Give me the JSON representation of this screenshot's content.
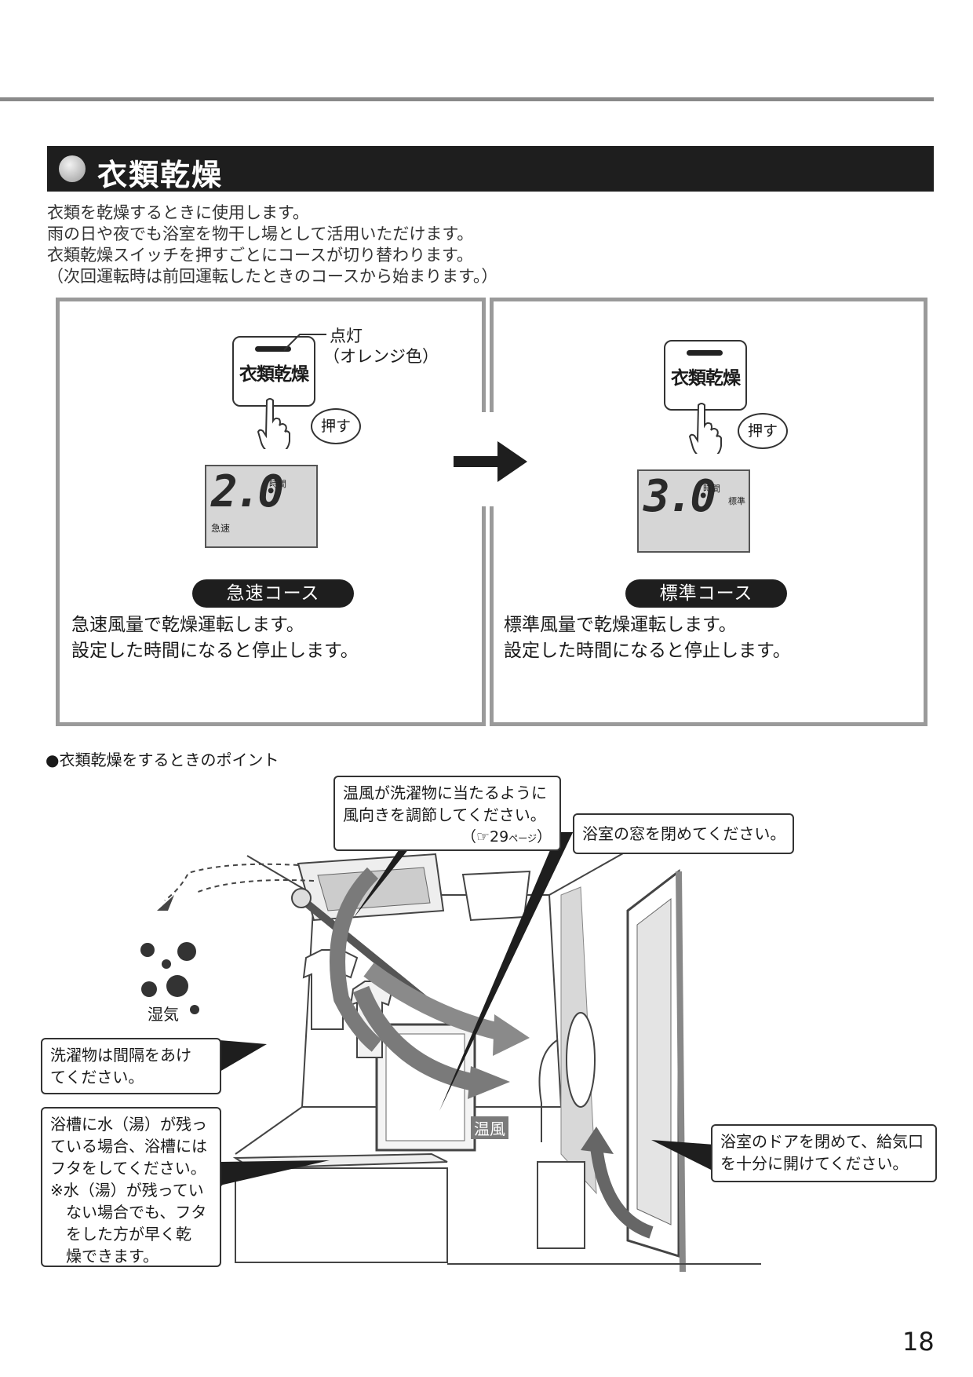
{
  "section": {
    "title": "衣類乾燥"
  },
  "intro": {
    "lines": [
      "衣類を乾燥するときに使用します。",
      "雨の日や夜でも浴室を物干し場として活用いただけます。",
      "衣類乾燥スイッチを押すごとにコースが切り替わります。",
      "（次回運転時は前回運転したときのコースから始まります。）"
    ]
  },
  "left_panel": {
    "switch_label": "衣類乾燥",
    "lamp_note_1": "点灯",
    "lamp_note_2": "（オレンジ色）",
    "press_label": "押す",
    "display_value": "2.0",
    "display_unit": "時間",
    "display_mode": "急速",
    "course_name": "急速コース",
    "desc_1": "急速風量で乾燥運転します。",
    "desc_2": "設定した時間になると停止します。"
  },
  "right_panel": {
    "switch_label": "衣類乾燥",
    "press_label": "押す",
    "display_value": "3.0",
    "display_unit": "時間",
    "display_mode": "標準",
    "course_name": "標準コース",
    "desc_1": "標準風量で乾燥運転します。",
    "desc_2": "設定した時間になると停止します。"
  },
  "points": {
    "heading": "●衣類乾燥をするときのポイント",
    "callout_wind_1": "温風が洗濯物に当たるように",
    "callout_wind_2": "風向きを調節してください。",
    "callout_wind_ref_open": "（",
    "callout_wind_ref_page": "29",
    "callout_wind_ref_unit": "ページ",
    "callout_wind_ref_close": "）",
    "callout_window": "浴室の窓を閉めてください。",
    "callout_spacing_1": "洗濯物は間隔をあけ",
    "callout_spacing_2": "てください。",
    "callout_tub_1": "浴槽に水（湯）が残っ",
    "callout_tub_2": "ている場合、浴槽には",
    "callout_tub_3": "フタをしてください。",
    "callout_tub_4": "※水（湯）が残ってい",
    "callout_tub_5": "ない場合でも、フタ",
    "callout_tub_6": "をした方が早く乾",
    "callout_tub_7": "燥できます。",
    "callout_door_1": "浴室のドアを閉めて、給気口",
    "callout_door_2": "を十分に開けてください。",
    "label_moisture": "湿気",
    "label_warm_air": "温風"
  },
  "page_number": "18"
}
